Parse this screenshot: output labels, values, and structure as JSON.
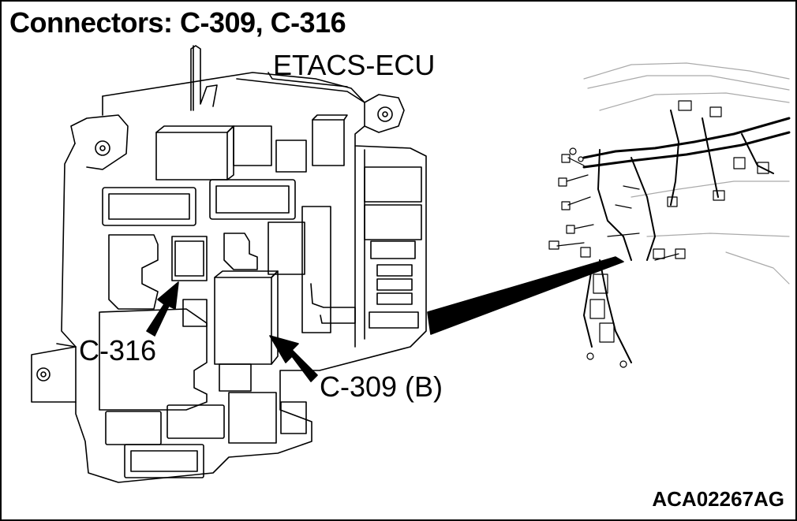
{
  "diagram": {
    "title": "Connectors: C-309, C-316",
    "labels": {
      "ecu": "ETACS-ECU",
      "connector_c316": "C-316",
      "connector_c309": "C-309 (B)"
    },
    "figure_code": "ACA02267AG"
  }
}
